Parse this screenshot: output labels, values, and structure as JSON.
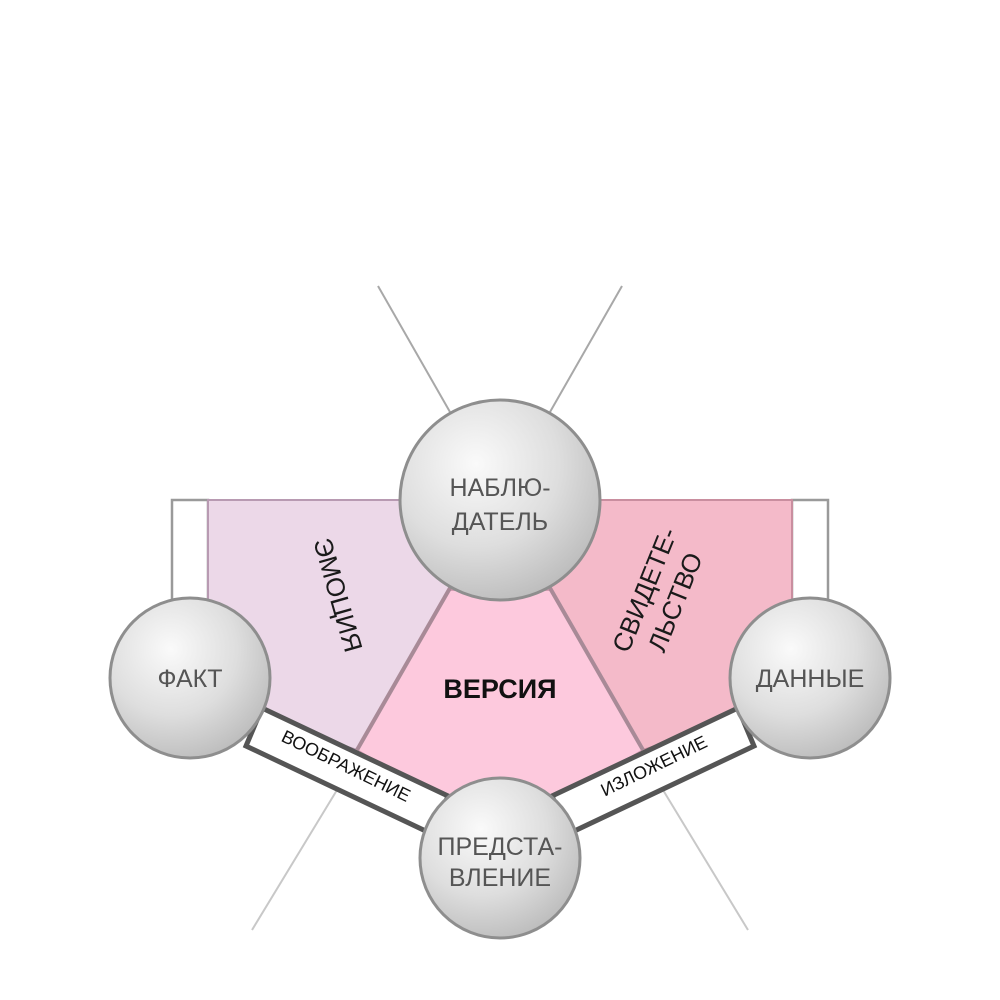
{
  "colors": {
    "emotion": "#ecd8e8",
    "version": "#fdc9dd",
    "testimony": "#f4bac9",
    "node_fill": "#e0e0e0",
    "node_stroke": "#8e8e8e",
    "band_stroke": "#555555",
    "guide_line": "#9a9a9a"
  },
  "nodes": {
    "observer": {
      "line1": "НАБЛЮ-",
      "line2": "ДАТЕЛЬ"
    },
    "fact": {
      "label": "ФАКТ"
    },
    "data": {
      "label": "ДАННЫЕ"
    },
    "representation": {
      "line1": "ПРЕДСТА-",
      "line2": "ВЛЕНИЕ"
    }
  },
  "regions": {
    "emotion": "ЭМОЦИЯ",
    "version": "ВЕРСИЯ",
    "testimony_line1": "СВИДЕТЕ-",
    "testimony_line2": "ЛЬСТВО"
  },
  "bands": {
    "left": "ВООБРАЖЕНИЕ",
    "right": "ИЗЛОЖЕНИЕ"
  }
}
